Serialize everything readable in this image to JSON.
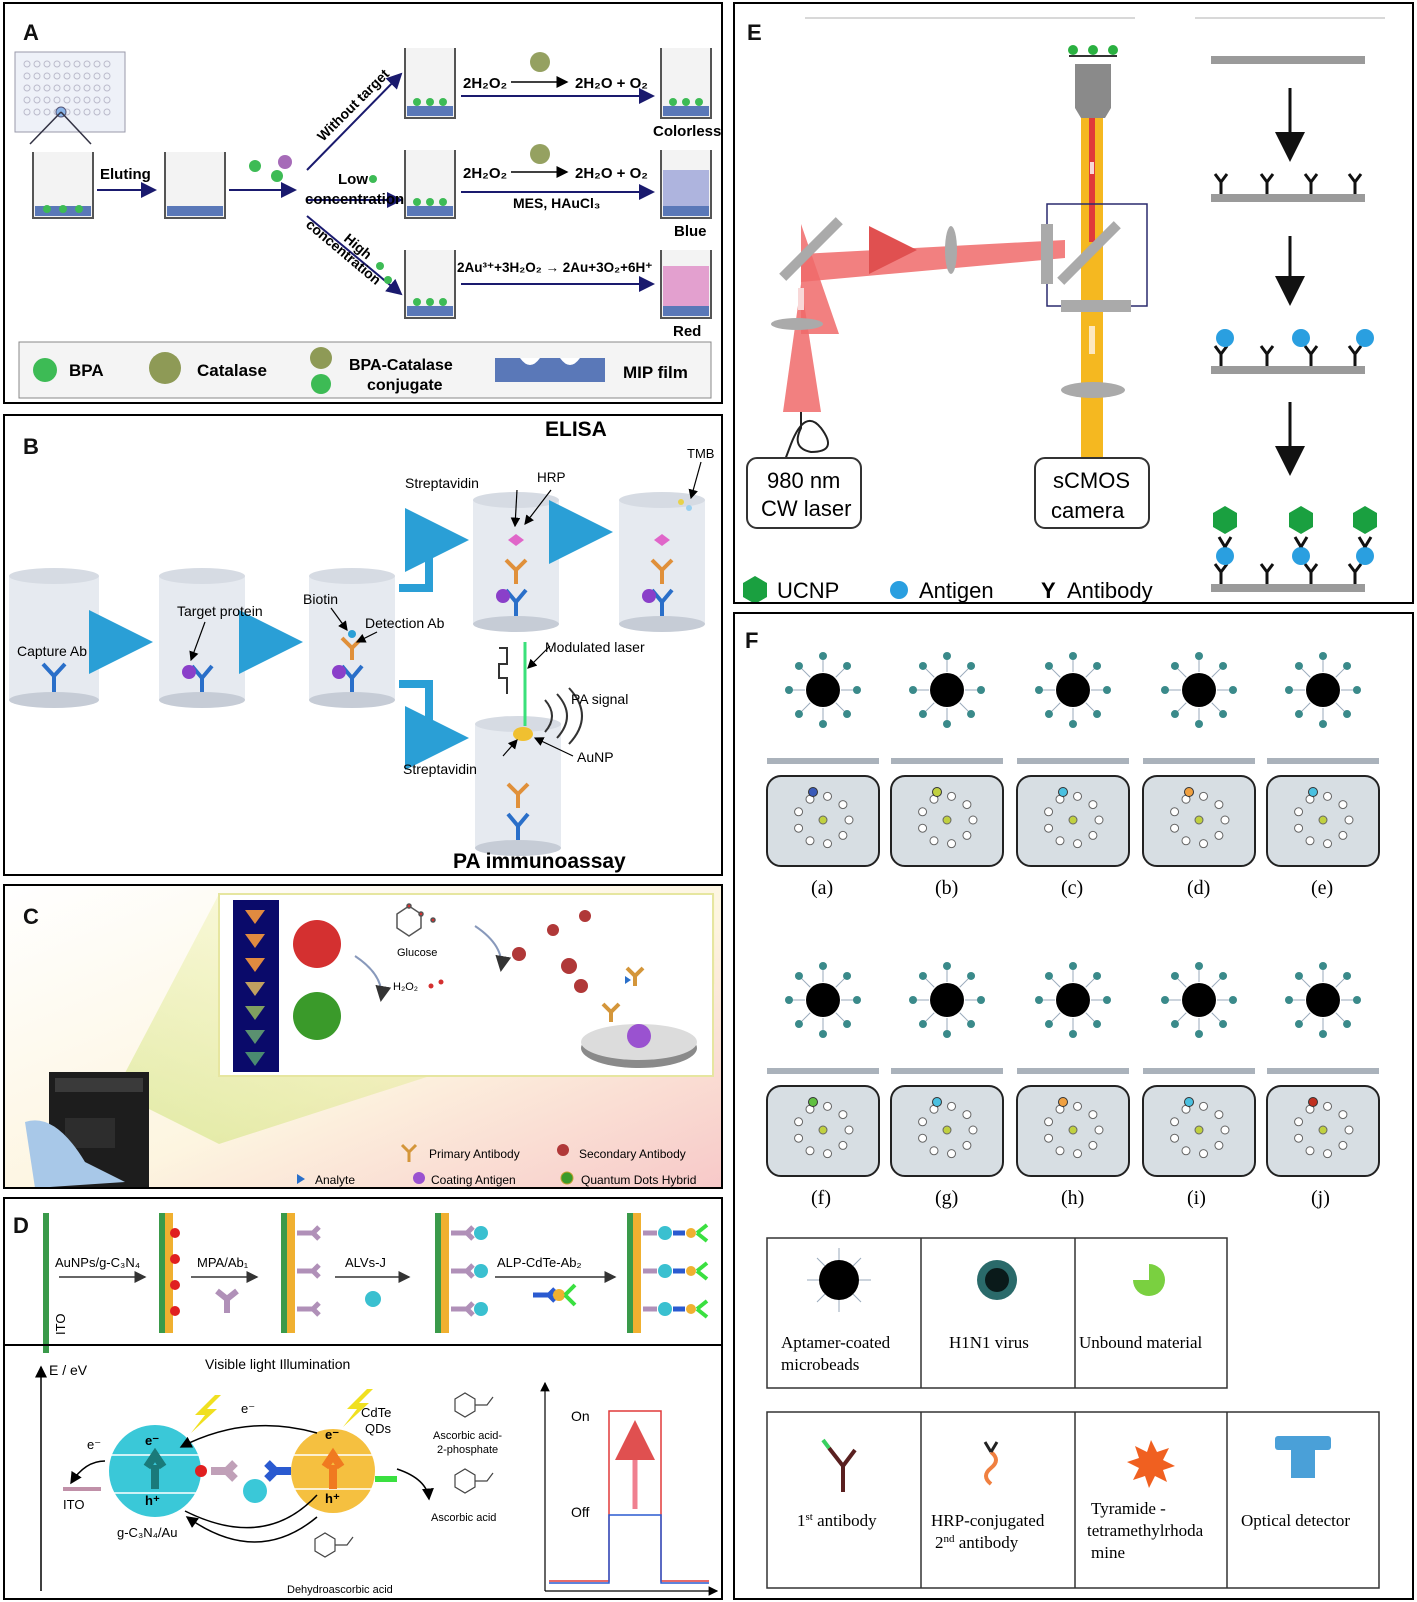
{
  "panels": {
    "a": "A",
    "b": "B",
    "c": "C",
    "d": "D",
    "e": "E",
    "f": "F"
  },
  "A": {
    "eluting": "Eluting",
    "without_target": "Without\ntarget",
    "low": "Low",
    "concentration": "concentration",
    "high": "High",
    "high_conc": "concentration",
    "r1_left": "2H₂O₂",
    "r1_right": "2H₂O + O₂",
    "r2_left": "2H₂O₂",
    "r2_right": "2H₂O + O₂",
    "r2_cond": "MES, HAuCl₃",
    "r3": "2Au³⁺+3H₂O₂ → 2Au+3O₂+6H⁺",
    "colorless": "Colorless",
    "blue": "Blue",
    "red": "Red",
    "legend": {
      "bpa": "BPA",
      "catalase": "Catalase",
      "conj1": "BPA-Catalase",
      "conj2": "conjugate",
      "mip": "MIP film"
    }
  },
  "B": {
    "elisa": "ELISA",
    "pa": "PA immunoassay",
    "tmb": "TMB",
    "hrp": "HRP",
    "streptavidin1": "Streptavidin",
    "streptavidin2": "Streptavidin",
    "capture_ab": "Capture Ab",
    "target_protein": "Target protein",
    "biotin": "Biotin",
    "detection_ab": "Detection Ab",
    "modulated_laser": "Modulated laser",
    "pa_signal": "PA signal",
    "aunp": "AuNP"
  },
  "C": {
    "glucose": "Glucose",
    "h2o2": "H₂O₂",
    "legend": {
      "primary": "Primary Antibody",
      "secondary": "Secondary Antibody",
      "analyte": "Analyte",
      "coating": "Coating Antigen",
      "qd": "Quantum Dots Hybrid"
    }
  },
  "D": {
    "ito_vert": "ITO",
    "step1": "AuNPs/g-C₃N₄",
    "step2": "MPA/Ab₁",
    "step3": "ALVs-J",
    "step4": "ALP-CdTe-Ab₂",
    "ev": "E / eV",
    "illum": "Visible light Illumination",
    "e1": "e⁻",
    "e2": "e⁻",
    "e3": "e⁻",
    "e4": "e⁻",
    "h1": "h⁺",
    "h2": "h⁺",
    "cdte": "CdTe",
    "qds": "QDs",
    "ito": "ITO",
    "gc3n4": "g-C₃N₄/Au",
    "aa2p_1": "Ascorbic acid-",
    "aa2p_2": "2-phosphate",
    "aa": "Ascorbic acid",
    "dha": "Dehydroascorbic acid",
    "on": "On",
    "off": "Off"
  },
  "E": {
    "laser1": "980 nm",
    "laser2": "CW laser",
    "cam1": "sCMOS",
    "cam2": "camera",
    "legend": {
      "ucnp": "UCNP",
      "antigen": "Antigen",
      "y": "Y",
      "antibody": "Antibody"
    }
  },
  "F": {
    "captions": [
      "(a)",
      "(b)",
      "(c)",
      "(d)",
      "(e)",
      "(f)",
      "(g)",
      "(h)",
      "(i)",
      "(j)"
    ],
    "legend1": {
      "aptamer1": "Aptamer-coated",
      "aptamer2": "microbeads",
      "virus": "H1N1 virus",
      "unbound": "Unbound material"
    },
    "legend2": {
      "ab1_pre": "1",
      "ab1_sup": "st",
      "ab1_post": " antibody",
      "hrp1": "HRP-conjugated",
      "hrp2_pre": "2",
      "hrp2_sup": "nd",
      "hrp2_post": " antibody",
      "tyr1": "Tyramide -",
      "tyr2": "tetramethylrhoda",
      "tyr3": "mine",
      "detector": "Optical detector"
    }
  }
}
